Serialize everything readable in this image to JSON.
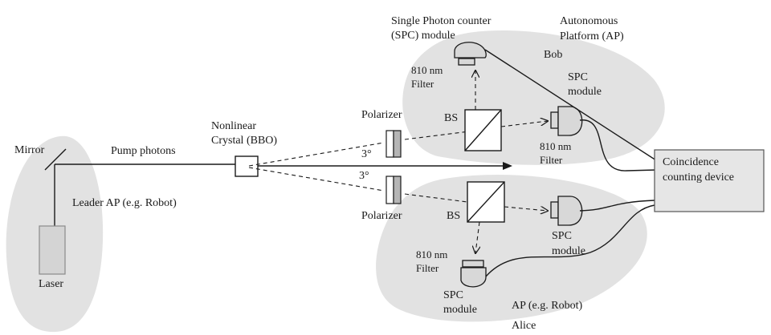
{
  "labels": {
    "mirror": "Mirror",
    "pump_photons": "Pump photons",
    "leader_ap": "Leader AP (e.g. Robot)",
    "laser": "Laser",
    "nonlinear_1": "Nonlinear",
    "nonlinear_2": "Crystal (BBO)",
    "angle_top": "3°",
    "angle_bottom": "3°",
    "polarizer_top": "Polarizer",
    "polarizer_bottom": "Polarizer",
    "spc_counter_1": "Single Photon counter",
    "spc_counter_2": "(SPC) module",
    "autonomous_1": "Autonomous",
    "autonomous_2": "Platform (AP)",
    "bob": "Bob",
    "filter_top_1": "810 nm",
    "filter_top_2": "Filter",
    "spc_right_top_1": "SPC",
    "spc_right_top_2": "module",
    "bs_top": "BS",
    "filter_mid_1": "810 nm",
    "filter_mid_2": "Filter",
    "coincidence_1": "Coincidence",
    "coincidence_2": "counting device",
    "bs_bottom": "BS",
    "spc_bottom_right_1": "SPC",
    "spc_bottom_right_2": "module",
    "filter_bottom_1": "810 nm",
    "filter_bottom_2": "Filter",
    "spc_bottom_1": "SPC",
    "spc_bottom_2": "module",
    "ap_robot": "AP (e.g. Robot)",
    "alice": "Alice"
  }
}
